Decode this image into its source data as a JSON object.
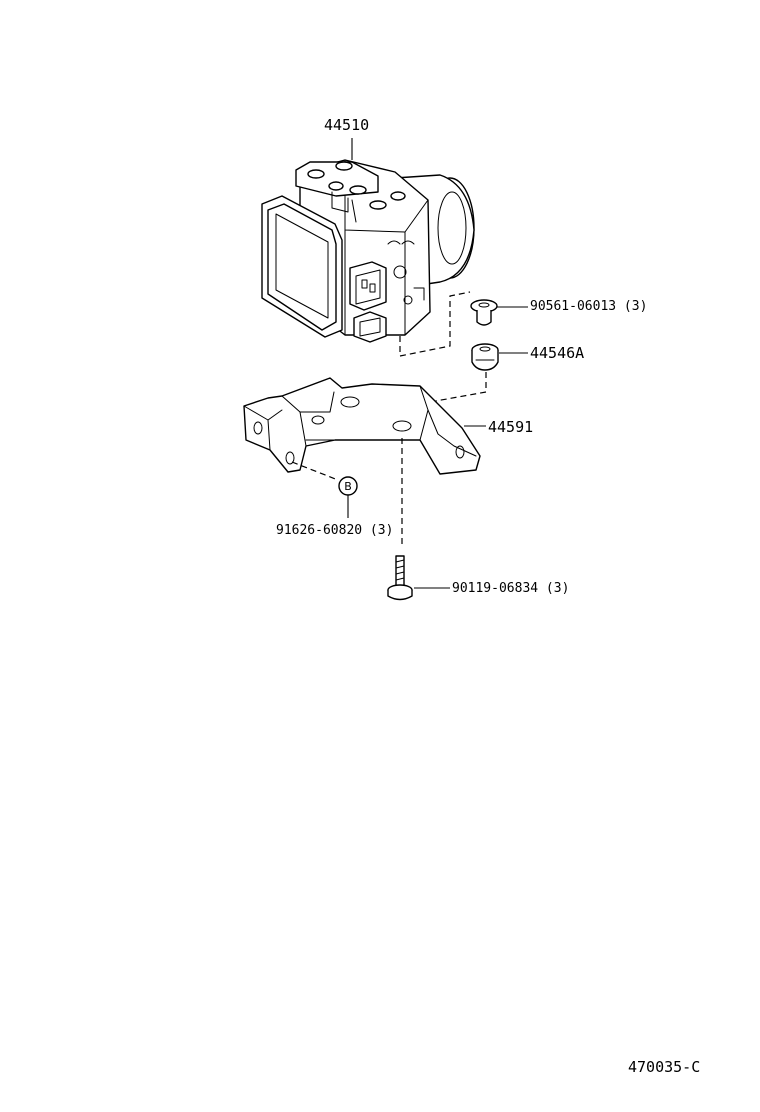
{
  "parts": {
    "abs_actuator": "44510",
    "screw": "90561-06013",
    "screw_qty": "(3)",
    "cushion": "44546A",
    "bracket": "44591",
    "nut": "91626-60820",
    "nut_qty": "(3)",
    "bolt": "90119-06834",
    "bolt_qty": "(3)"
  },
  "callout_letter": "B",
  "illustration_id": "470035-C"
}
